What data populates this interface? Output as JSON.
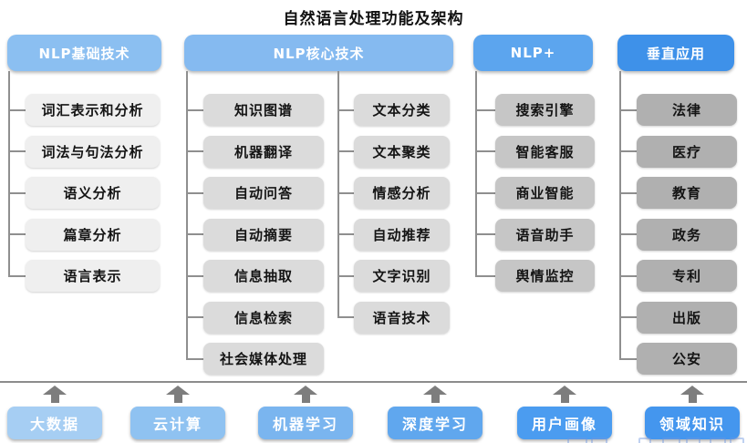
{
  "title": "自然语言处理功能及架构",
  "colors": {
    "background": "#ffffff",
    "connector": "#8f8f8f",
    "separator": "#8c8c8c",
    "arrow": "#7d7d7d",
    "header_text": "#ffffff",
    "item_text": "#141414"
  },
  "groups": [
    {
      "label": "NLP基础技术",
      "header_color": "#8bbff1",
      "item_color": "#efefef",
      "columns": [
        [
          "词汇表示和分析",
          "词法与句法分析",
          "语义分析",
          "篇章分析",
          "语言表示"
        ]
      ]
    },
    {
      "label": "NLP核心技术",
      "header_color": "#85baf0",
      "item_color": "#dbdbdb",
      "columns": [
        [
          "知识图谱",
          "机器翻译",
          "自动问答",
          "自动摘要",
          "信息抽取",
          "信息检索",
          "社会媒体处理"
        ],
        [
          "文本分类",
          "文本聚类",
          "情感分析",
          "自动推荐",
          "文字识别",
          "语音技术"
        ]
      ]
    },
    {
      "label": "NLP+",
      "header_color": "#5ca5ee",
      "item_color": "#c6c6c6",
      "columns": [
        [
          "搜索引擎",
          "智能客服",
          "商业智能",
          "语音助手",
          "舆情监控"
        ]
      ]
    },
    {
      "label": "垂直应用",
      "header_color": "#3e91e9",
      "item_color": "#b0b0b0",
      "columns": [
        [
          "法律",
          "医疗",
          "教育",
          "政务",
          "专利",
          "出版",
          "公安"
        ]
      ]
    }
  ],
  "foundation": {
    "items": [
      {
        "label": "大数据",
        "color": "#a6cef3"
      },
      {
        "label": "云计算",
        "color": "#8fc2f1"
      },
      {
        "label": "机器学习",
        "color": "#7ab5ef"
      },
      {
        "label": "深度学习",
        "color": "#60a7ee"
      },
      {
        "label": "用户画像",
        "color": "#4b9cf0"
      },
      {
        "label": "领域知识",
        "color": "#4496ee"
      }
    ]
  }
}
